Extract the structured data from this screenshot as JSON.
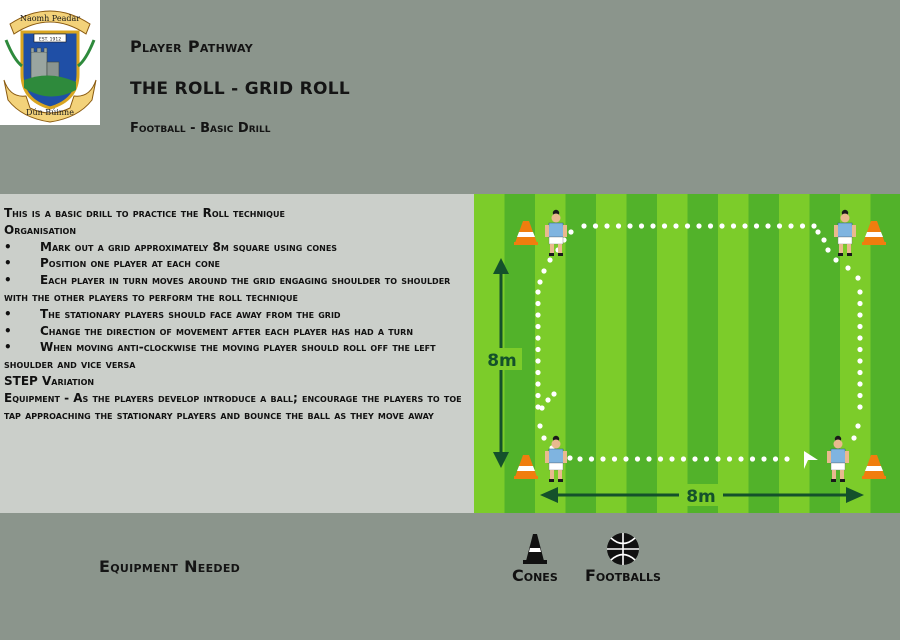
{
  "logo": {
    "top_text": "Naomh Peadar",
    "est_text": "EST. 1912",
    "bottom_text": "Dún Búinne",
    "colors": {
      "shield": "#1f4fa6",
      "gold": "#d9a520",
      "red": "#c0262b",
      "green": "#2e8a3c"
    }
  },
  "header": {
    "section": "Player Pathway",
    "title": "THE ROLL - GRID ROLL",
    "subtitle": "Football - Basic Drill"
  },
  "description": {
    "intro": "This is a basic drill to practice the Roll technique",
    "organisation_heading": "Organisation",
    "bullets": [
      "Mark out a grid approximately 8m square using cones",
      "Position one player at each cone",
      "Each player in turn moves around the grid engaging shoulder to shoulder with the other players to perform the roll technique",
      "The stationary players should face away from the grid",
      "Change the direction of movement after each player has had a turn",
      "When moving anti-clockwise the moving player should roll off the left shoulder and vice versa"
    ],
    "bullet_symbol": "•",
    "step_heading": "STEP Variation",
    "equipment_text": "Equipment - As the players develop introduce a ball; encourage the players to toe tap approaching the stationary players and bounce the ball as they move away"
  },
  "diagram": {
    "vertical_label": "8m",
    "horizontal_label": "8m",
    "colors": {
      "grass_light": "#7ccc2a",
      "grass_dark": "#52b22a",
      "arrow": "#14512b",
      "cone": "#f07d0e",
      "jersey": "#7fb4e0"
    }
  },
  "equipment": {
    "label": "Equipment Needed",
    "items": [
      {
        "name": "Cones",
        "icon": "cone-icon"
      },
      {
        "name": "Footballs",
        "icon": "football-icon"
      }
    ]
  }
}
